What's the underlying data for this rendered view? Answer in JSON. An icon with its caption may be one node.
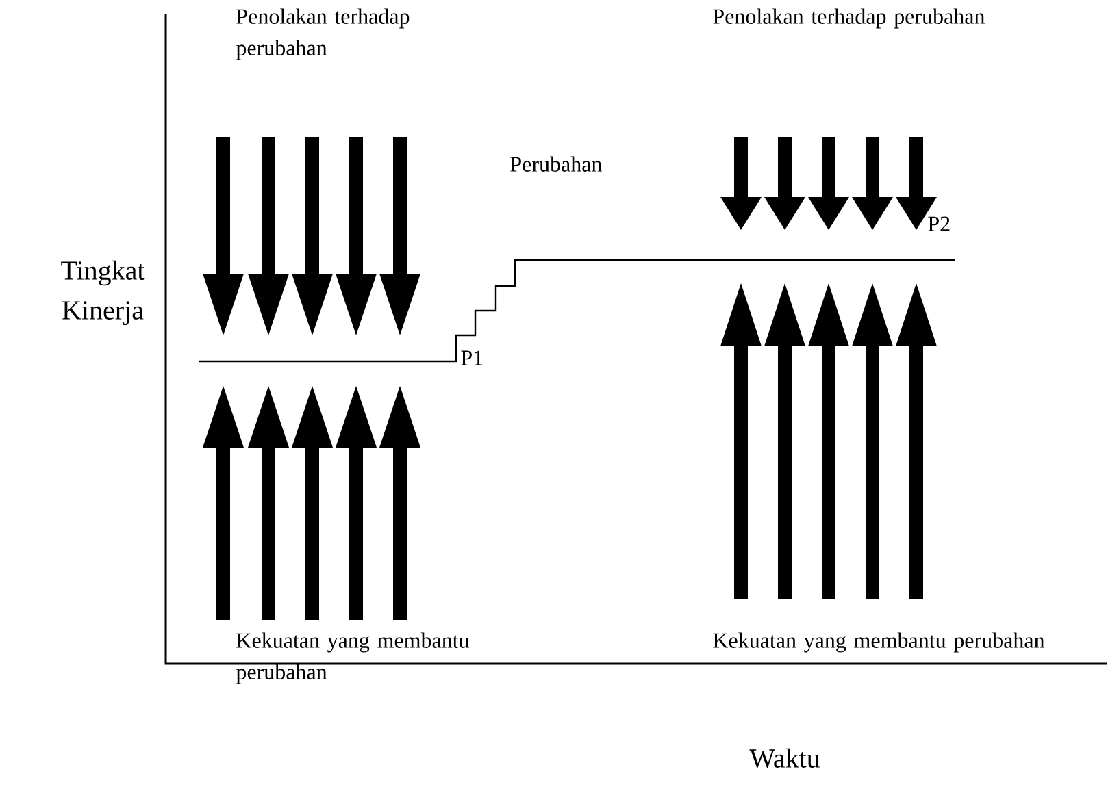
{
  "diagram": {
    "labels": [
      "Penolakan terhadap perubahan",
      "Penolakan terhadap perubahan",
      "Perubahan",
      "Tingkat Kinerja",
      "P2",
      "P1",
      "Kekuatan yang membantu perubahan",
      "Kekuatan yang membantu perubahan",
      "Waktu"
    ]
  }
}
